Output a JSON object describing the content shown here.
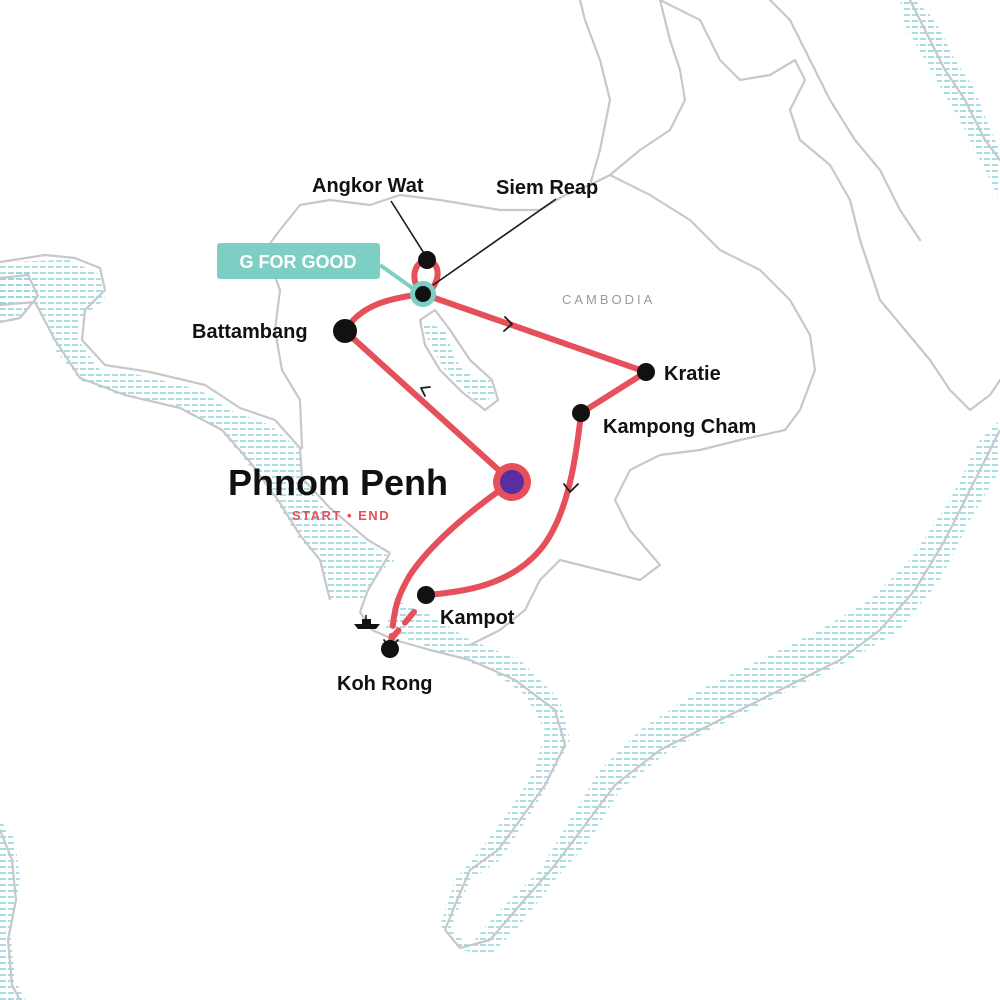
{
  "map": {
    "country_label": "CAMBODIA",
    "colors": {
      "route": "#e5505a",
      "border": "#c8c8c8",
      "water_hatch": "#7fd0d6",
      "badge": "#7dcfc4",
      "capital_fill": "#5a2ea0",
      "stop": "#111111"
    },
    "capital": {
      "name": "Phnom Penh",
      "subtitle": "START • END"
    },
    "badge": {
      "label": "G FOR GOOD"
    },
    "stops": [
      {
        "id": "angkor-wat",
        "name": "Angkor Wat"
      },
      {
        "id": "siem-reap",
        "name": "Siem Reap"
      },
      {
        "id": "battambang",
        "name": "Battambang"
      },
      {
        "id": "kratie",
        "name": "Kratie"
      },
      {
        "id": "kampong-cham",
        "name": "Kampong Cham"
      },
      {
        "id": "kampot",
        "name": "Kampot"
      },
      {
        "id": "koh-rong",
        "name": "Koh Rong"
      }
    ],
    "icons": {
      "boat": "boat-icon"
    }
  }
}
